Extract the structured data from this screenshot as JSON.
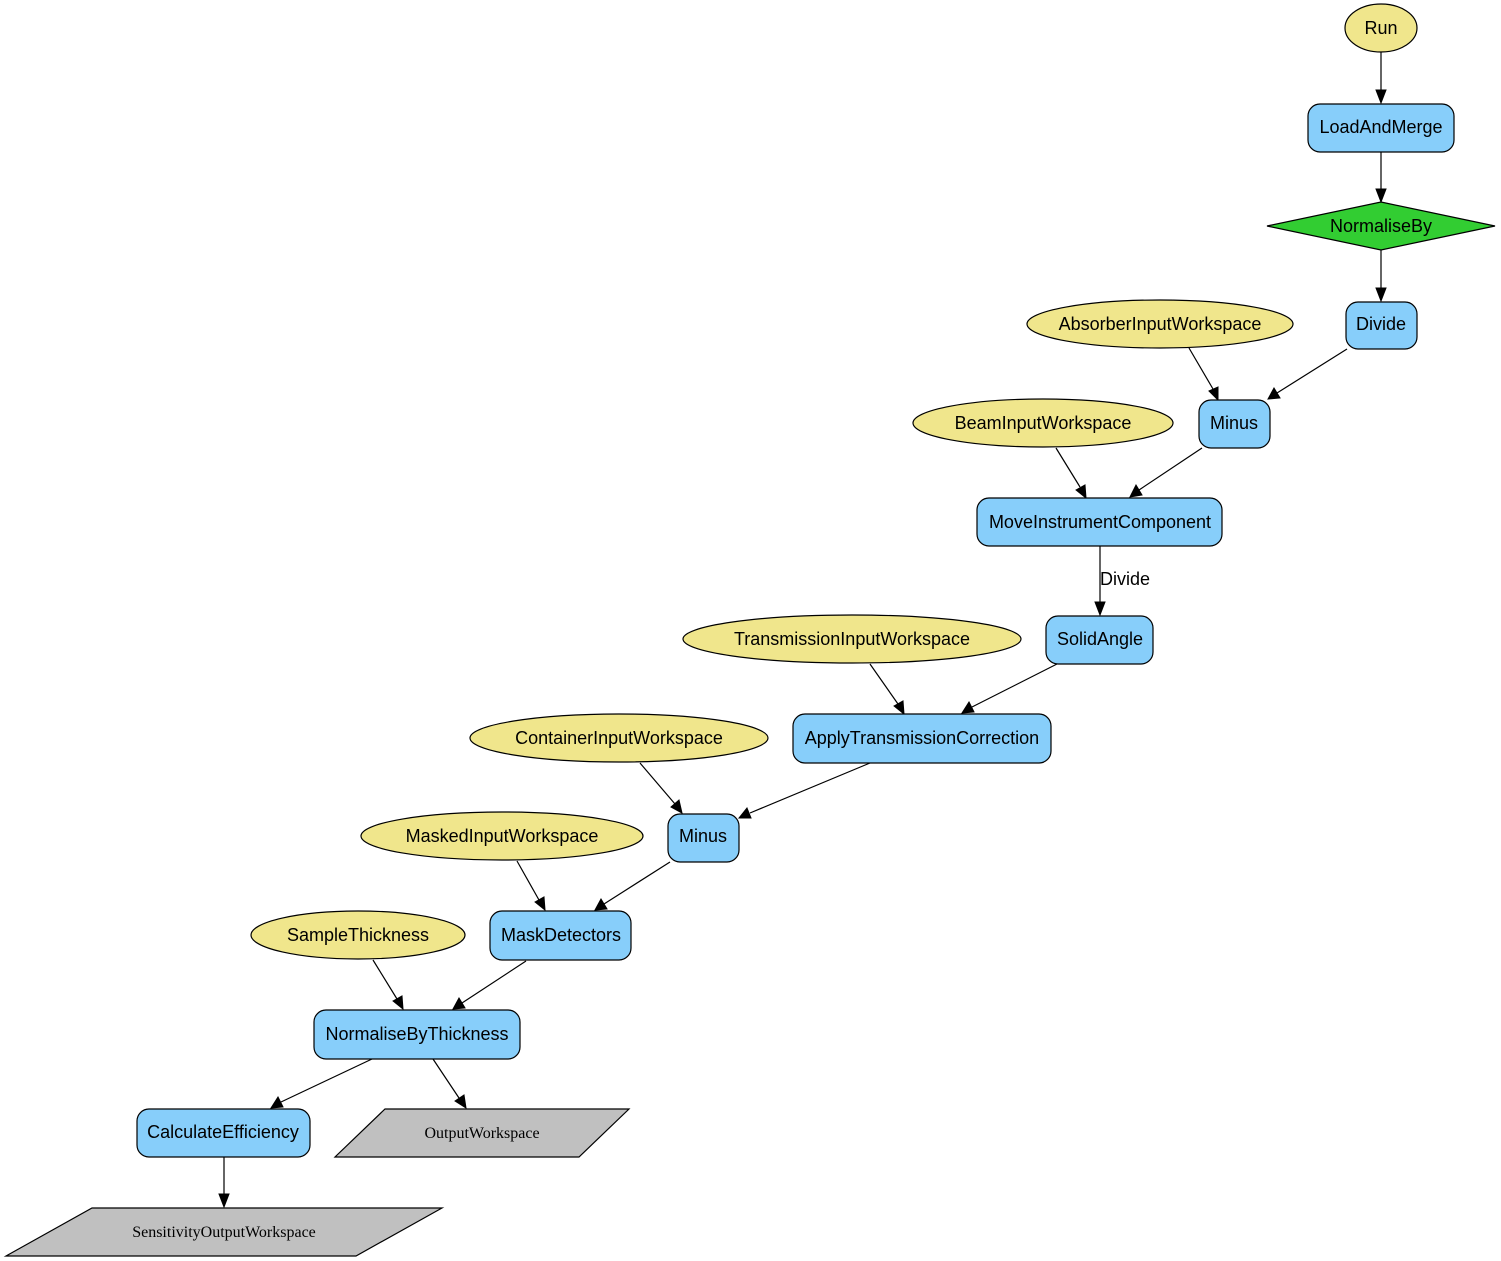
{
  "colors": {
    "input": "#f0e68c",
    "algorithm": "#87cefa",
    "decision": "#32cd32",
    "output": "#c0c0c0"
  },
  "nodes": {
    "run": "Run",
    "load_and_merge": "LoadAndMerge",
    "normalise_by": "NormaliseBy",
    "divide": "Divide",
    "absorber_input": "AbsorberInputWorkspace",
    "minus_1": "Minus",
    "beam_input": "BeamInputWorkspace",
    "move_instrument": "MoveInstrumentComponent",
    "solid_angle": "SolidAngle",
    "transmission_input": "TransmissionInputWorkspace",
    "apply_transmission": "ApplyTransmissionCorrection",
    "container_input": "ContainerInputWorkspace",
    "minus_2": "Minus",
    "masked_input": "MaskedInputWorkspace",
    "mask_detectors": "MaskDetectors",
    "sample_thickness": "SampleThickness",
    "normalise_by_thickness": "NormaliseByThickness",
    "calculate_efficiency": "CalculateEfficiency",
    "output_workspace": "OutputWorkspace",
    "sensitivity_output": "SensitivityOutputWorkspace"
  },
  "edge_labels": {
    "move_to_solid": "Divide"
  }
}
